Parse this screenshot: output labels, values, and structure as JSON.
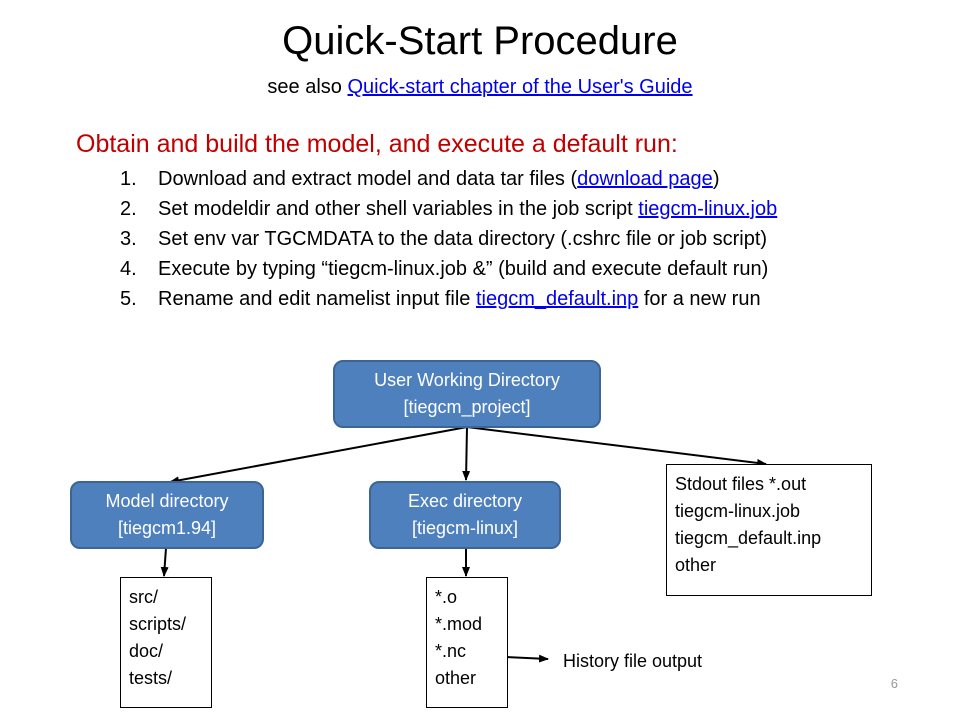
{
  "title": "Quick-Start Procedure",
  "subtitle": {
    "prefix": "see also ",
    "link": "Quick-start chapter of the User's Guide"
  },
  "heading": "Obtain and build the model, and execute a default run:",
  "steps": [
    {
      "num": "1.",
      "pre": "Download and extract model and data tar files (",
      "link": "download page",
      "post": ")"
    },
    {
      "num": "2.",
      "pre": "Set modeldir and other shell variables in the job script ",
      "link": "tiegcm-linux.job",
      "post": ""
    },
    {
      "num": "3.",
      "pre": "Set env var TGCMDATA to the data directory (.cshrc file or job script)",
      "link": "",
      "post": ""
    },
    {
      "num": "4.",
      "pre": "Execute by typing “tiegcm-linux.job &” (build and execute default run)",
      "link": "",
      "post": ""
    },
    {
      "num": "5.",
      "pre": "Rename and edit namelist input file ",
      "link": "tiegcm_default.inp",
      "post": " for a new run"
    }
  ],
  "diagram": {
    "root": {
      "line1": "User Working Directory",
      "line2": "[tiegcm_project]"
    },
    "model": {
      "line1": "Model directory",
      "line2": "[tiegcm1.94]"
    },
    "exec": {
      "line1": "Exec directory",
      "line2": "[tiegcm-linux]"
    },
    "stdout": [
      "Stdout files *.out",
      "tiegcm-linux.job",
      "tiegcm_default.inp",
      "other"
    ],
    "model_files": [
      "src/",
      "scripts/",
      "doc/",
      "tests/"
    ],
    "exec_files": [
      "*.o",
      "*.mod",
      "*.nc",
      "other"
    ],
    "history_label": "History file output"
  },
  "page_number": "6"
}
